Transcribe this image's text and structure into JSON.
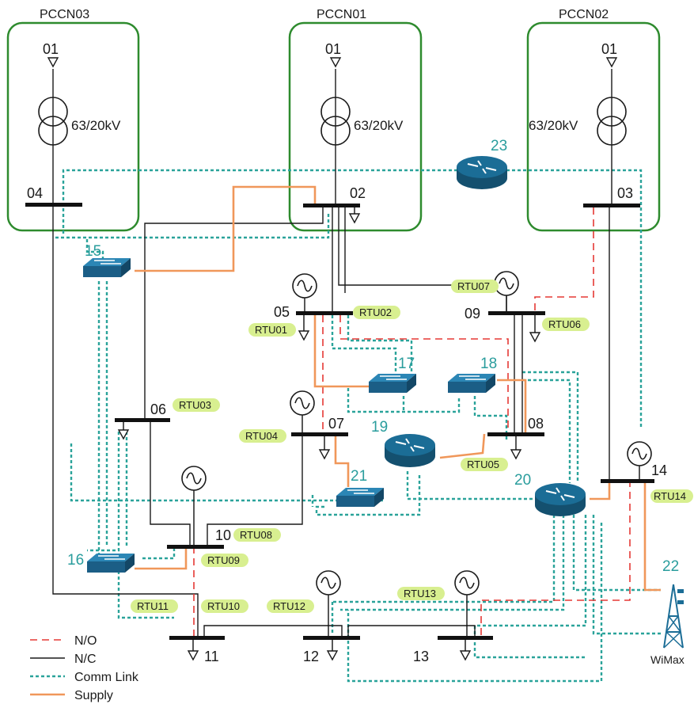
{
  "pccn": [
    "PCCN03",
    "PCCN01",
    "PCCN02"
  ],
  "feeders": [
    "01",
    "01",
    "01"
  ],
  "transformers": [
    "63/20kV",
    "63/20kV",
    "63/20kV"
  ],
  "buses": [
    "02",
    "03",
    "04",
    "05",
    "06",
    "07",
    "08",
    "09",
    "10",
    "11",
    "12",
    "13",
    "14"
  ],
  "comm_nodes": [
    "15",
    "16",
    "17",
    "18",
    "19",
    "20",
    "21",
    "22",
    "23"
  ],
  "rtus": [
    "RTU01",
    "RTU02",
    "RTU03",
    "RTU04",
    "RTU05",
    "RTU06",
    "RTU07",
    "RTU08",
    "RTU09",
    "RTU10",
    "RTU11",
    "RTU12",
    "RTU13",
    "RTU14"
  ],
  "tower_label": "WiMax",
  "legend": {
    "no": "N/O",
    "nc": "N/C",
    "comm": "Comm Link",
    "supply": "Supply"
  },
  "colors": {
    "box": "#2e8b2e",
    "supply": "#f0975a",
    "comm": "#2aa39a",
    "no": "#e53935",
    "device": "#1b5e86",
    "rtu_bg": "#d8ef90",
    "node_text": "#2a9d9d"
  }
}
